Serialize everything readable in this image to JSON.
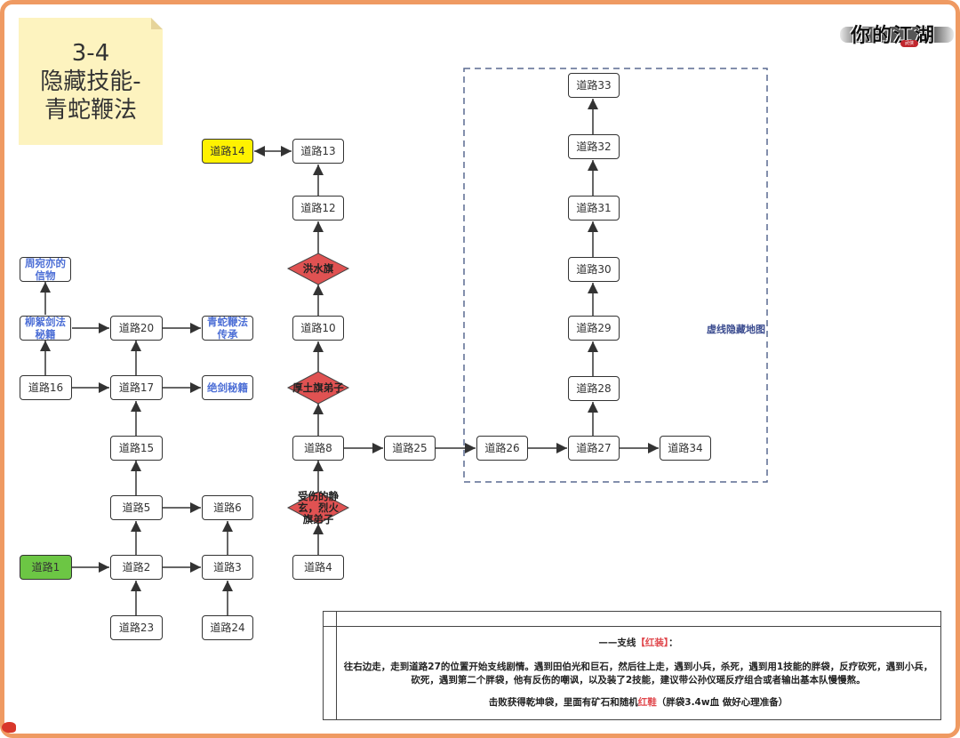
{
  "title_note": {
    "line1": "3-4",
    "line2": "隐藏技能-",
    "line3": "青蛇鞭法"
  },
  "logo": {
    "text": "你的江湖",
    "seal": "武侠"
  },
  "colors": {
    "frame": "#ef9a62",
    "note_bg": "#fdf3bf",
    "start_node": "#6cc644",
    "highlight_node": "#fff200",
    "diamond": "#e05252",
    "reward_text": "#4d6fd6",
    "dashed_border": "#5a6a90",
    "red_text": "#e0474c"
  },
  "nodes": {
    "n1": "道路1",
    "n2": "道路2",
    "n3": "道路3",
    "n4": "道路4",
    "n5": "道路5",
    "n6": "道路6",
    "n8": "道路8",
    "n10": "道路10",
    "n12": "道路12",
    "n13": "道路13",
    "n14": "道路14",
    "n15": "道路15",
    "n16": "道路16",
    "n17": "道路17",
    "n20": "道路20",
    "n23": "道路23",
    "n24": "道路24",
    "n25": "道路25",
    "n26": "道路26",
    "n27": "道路27",
    "n28": "道路28",
    "n29": "道路29",
    "n30": "道路30",
    "n31": "道路31",
    "n32": "道路32",
    "n33": "道路33",
    "n34": "道路34",
    "liuxu": "柳絮剑法秘籍",
    "zhouwan": "周宛亦的信物",
    "qingshe": "青蛇鞭法传承",
    "juejian": "绝剑秘籍"
  },
  "diamonds": {
    "hongshui": "洪水旗",
    "houtu": "厚土旗弟子",
    "shoushang": "受伤的静玄，烈火旗弟子"
  },
  "dashed_region": {
    "label": "虚线隐藏地图"
  },
  "edges": [
    {
      "from": "道路1",
      "to": "道路2"
    },
    {
      "from": "道路2",
      "to": "道路3"
    },
    {
      "from": "道路2",
      "to": "道路5"
    },
    {
      "from": "道路23",
      "to": "道路2"
    },
    {
      "from": "道路24",
      "to": "道路3"
    },
    {
      "from": "道路3",
      "to": "道路6"
    },
    {
      "from": "道路5",
      "to": "道路6"
    },
    {
      "from": "道路5",
      "to": "道路15"
    },
    {
      "from": "道路15",
      "to": "道路17"
    },
    {
      "from": "道路16",
      "to": "道路17"
    },
    {
      "from": "道路16",
      "to": "柳絮剑法秘籍"
    },
    {
      "from": "道路17",
      "to": "绝剑秘籍"
    },
    {
      "from": "道路17",
      "to": "道路20"
    },
    {
      "from": "柳絮剑法秘籍",
      "to": "道路20"
    },
    {
      "from": "柳絮剑法秘籍",
      "to": "周宛亦的信物"
    },
    {
      "from": "道路20",
      "to": "青蛇鞭法传承"
    },
    {
      "from": "道路4",
      "to": "受伤的静玄，烈火旗弟子"
    },
    {
      "from": "受伤的静玄，烈火旗弟子",
      "to": "道路8"
    },
    {
      "from": "道路8",
      "to": "厚土旗弟子"
    },
    {
      "from": "道路8",
      "to": "道路25"
    },
    {
      "from": "厚土旗弟子",
      "to": "道路10"
    },
    {
      "from": "道路10",
      "to": "洪水旗"
    },
    {
      "from": "洪水旗",
      "to": "道路12"
    },
    {
      "from": "道路12",
      "to": "道路13"
    },
    {
      "from": "道路13",
      "to": "道路14",
      "bidirectional": true
    },
    {
      "from": "道路25",
      "to": "道路26"
    },
    {
      "from": "道路26",
      "to": "道路27"
    },
    {
      "from": "道路27",
      "to": "道路34"
    },
    {
      "from": "道路27",
      "to": "道路28"
    },
    {
      "from": "道路28",
      "to": "道路29"
    },
    {
      "from": "道路29",
      "to": "道路30"
    },
    {
      "from": "道路30",
      "to": "道路31"
    },
    {
      "from": "道路31",
      "to": "道路32"
    },
    {
      "from": "道路32",
      "to": "道路33"
    }
  ],
  "info_table": {
    "title_prefix": "——支线",
    "title_highlight": "【红装】",
    "title_suffix": "：",
    "paragraph1": "往右边走，走到道路27的位置开始支线剧情。遇到田伯光和巨石，然后往上走，遇到小兵，杀死，遇到用1技能的胖袋，反疗砍死，遇到小兵，砍死，遇到第二个胖袋，他有反伤的嘲讽，以及装了2技能，建议带公孙仪瑶反疗组合或者输出基本队慢慢熬。",
    "paragraph2_prefix": "击败获得乾坤袋，里面有矿石和随机",
    "paragraph2_highlight": "红鞋",
    "paragraph2_suffix": "（胖袋3.4w血 做好心理准备）"
  }
}
